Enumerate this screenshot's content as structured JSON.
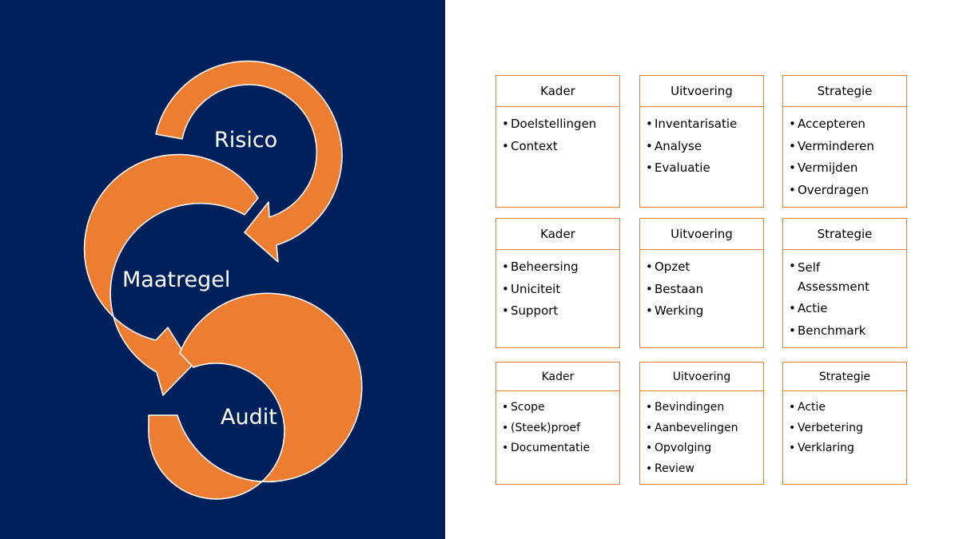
{
  "diagram": {
    "steps": [
      "Risico",
      "Maatregel",
      "Audit"
    ],
    "colors": {
      "background": "#00205b",
      "arrow": "#ed7d31",
      "arrow_outline": "#ffffff",
      "card_border": "#ed7d31"
    }
  },
  "grid": [
    [
      {
        "title": "Kader",
        "items": [
          "Doelstellingen",
          "Context"
        ]
      },
      {
        "title": "Uitvoering",
        "items": [
          "Inventarisatie",
          "Analyse",
          "Evaluatie"
        ]
      },
      {
        "title": "Strategie",
        "items": [
          "Accepteren",
          "Verminderen",
          "Vermijden",
          "Overdragen"
        ]
      }
    ],
    [
      {
        "title": "Kader",
        "items": [
          "Beheersing",
          "Uniciteit",
          "Support"
        ]
      },
      {
        "title": "Uitvoering",
        "items": [
          "Opzet",
          "Bestaan",
          "Werking"
        ]
      },
      {
        "title": "Strategie",
        "items": [
          "Self Assessment",
          "Actie",
          "Benchmark"
        ]
      }
    ],
    [
      {
        "title": "Kader",
        "items": [
          "Scope",
          "(Steek)proef",
          "Documentatie"
        ]
      },
      {
        "title": "Uitvoering",
        "items": [
          "Bevindingen",
          "Aanbevelingen",
          "Opvolging",
          "Review"
        ]
      },
      {
        "title": "Strategie",
        "items": [
          "Actie",
          "Verbetering",
          "Verklaring"
        ]
      }
    ]
  ]
}
